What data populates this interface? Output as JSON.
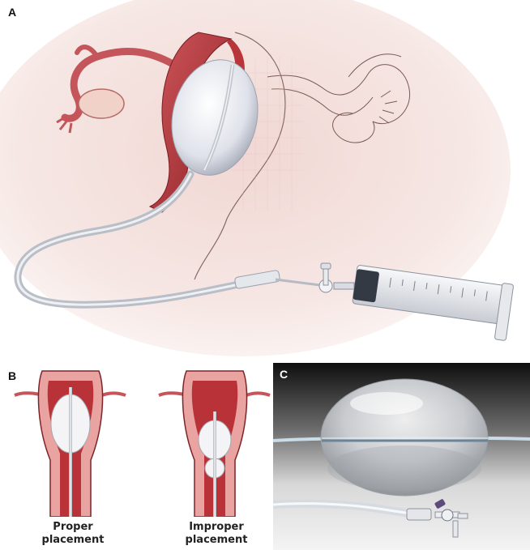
{
  "figure": {
    "panel_a": {
      "label": "A"
    },
    "panel_b": {
      "label": "B",
      "captions": {
        "proper_line1": "Proper",
        "proper_line2": "placement",
        "improper_line1": "Improper",
        "improper_line2": "placement"
      }
    },
    "panel_c": {
      "label": "C"
    }
  },
  "colors": {
    "uterus_wall": "#b8353a",
    "uterus_inner": "#e7a0a0",
    "balloon": "#f2f2f4",
    "catheter": "#c9ccd2",
    "background_pink": "#f3e1df",
    "panel_c_dark": "#1a1a1a"
  },
  "icons": [
    "balloon-icon",
    "syringe-icon",
    "stopcock-icon"
  ]
}
